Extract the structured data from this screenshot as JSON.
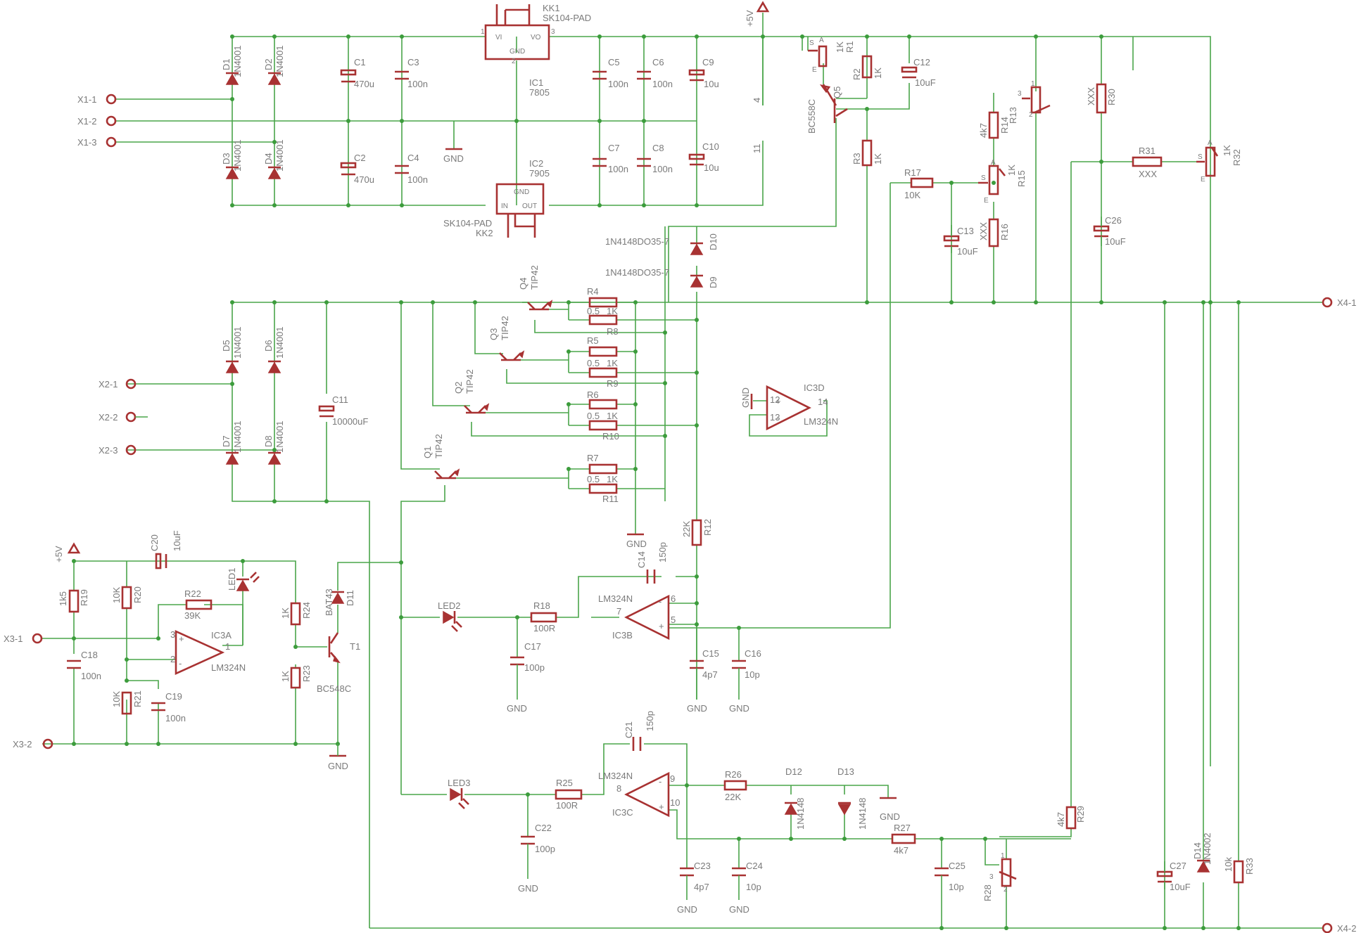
{
  "diagram": {
    "title": "",
    "connectors": {
      "x1_1": "X1-1",
      "x1_2": "X1-2",
      "x1_3": "X1-3",
      "x2_1": "X2-1",
      "x2_2": "X2-2",
      "x2_3": "X2-3",
      "x3_1": "X3-1",
      "x3_2": "X3-2",
      "x4_1": "X4-1",
      "x4_2": "X4-2"
    },
    "regulators": {
      "ic1_name": "IC1",
      "ic1_value": "7805",
      "kk1_name": "KK1",
      "kk1_value": "SK104-PAD",
      "ic2_name": "IC2",
      "ic2_value": "7905",
      "kk2_name": "KK2",
      "kk2_value": "SK104-PAD",
      "pin_vi": "VI",
      "pin_vo": "VO",
      "pin_gnd": "GND",
      "pin_in": "IN",
      "pin_out": "OUT",
      "pin1": "1",
      "pin2": "2",
      "pin3": "3"
    },
    "diodes": {
      "d1": "D1",
      "d2": "D2",
      "d3": "D3",
      "d4": "D4",
      "d5": "D5",
      "d6": "D6",
      "d7": "D7",
      "d8": "D8",
      "d9": "D9",
      "d10": "D10",
      "d11": "D11",
      "d12": "D12",
      "d13": "D13",
      "d14": "D14",
      "v1n4001": "1N4001",
      "v1n4148do": "1N4148DO35-7",
      "v1n4148": "1N4148",
      "vbat43": "BAT43",
      "v1n4002": "1N4002"
    },
    "capacitors": {
      "c1": "C1",
      "c2": "C2",
      "c3": "C3",
      "c4": "C4",
      "c5": "C5",
      "c6": "C6",
      "c7": "C7",
      "c8": "C8",
      "c9": "C9",
      "c10": "C10",
      "c11": "C11",
      "c12": "C12",
      "c13": "C13",
      "c14": "C14",
      "c15": "C15",
      "c16": "C16",
      "c17": "C17",
      "c18": "C18",
      "c19": "C19",
      "c20": "C20",
      "c21": "C21",
      "c22": "C22",
      "c23": "C23",
      "c24": "C24",
      "c25": "C25",
      "c26": "C26",
      "c27": "C27",
      "v470u": "470u",
      "v100n": "100n",
      "v10u": "10u",
      "v10000uF": "10000uF",
      "v10uF": "10uF",
      "v150p": "150p",
      "v4p7": "4p7",
      "v10p": "10p",
      "v100p": "100p"
    },
    "resistors": {
      "r1": "R1",
      "r2": "R2",
      "r3": "R3",
      "r4": "R4",
      "r5": "R5",
      "r6": "R6",
      "r7": "R7",
      "r8": "R8",
      "r9": "R9",
      "r10": "R10",
      "r11": "R11",
      "r12": "R12",
      "r13": "R13",
      "r14": "R14",
      "r15": "R15",
      "r16": "R16",
      "r17": "R17",
      "r18": "R18",
      "r19": "R19",
      "r20": "R20",
      "r21": "R21",
      "r22": "R22",
      "r23": "R23",
      "r24": "R24",
      "r25": "R25",
      "r26": "R26",
      "r27": "R27",
      "r28": "R28",
      "r29": "R29",
      "r30": "R30",
      "r31": "R31",
      "r32": "R32",
      "r33": "R33",
      "v1K": "1K",
      "v0_5": "0.5",
      "v22K": "22K",
      "v10K": "10K",
      "v4k7": "4k7",
      "vXXX": "XXX",
      "v100R": "100R",
      "v1k5": "1k5",
      "v39K": "39K",
      "v10k": "10k"
    },
    "transistors": {
      "q1": "Q1",
      "q2": "Q2",
      "q3": "Q3",
      "q4": "Q4",
      "q5": "Q5",
      "t1": "T1",
      "tip42": "TIP42",
      "bc558c": "BC558C",
      "bc548c": "BC548C"
    },
    "opamps": {
      "ic3a": "IC3A",
      "ic3b": "IC3B",
      "ic3c": "IC3C",
      "ic3d": "IC3D",
      "lm324": "LM324N",
      "p1": "1",
      "p2": "2",
      "p3": "3",
      "p5": "5",
      "p6": "6",
      "p7": "7",
      "p8": "8",
      "p9": "9",
      "p10": "10",
      "p11": "11",
      "p12": "12",
      "p13": "13",
      "p14": "14",
      "p4": "4"
    },
    "leds": {
      "led1": "LED1",
      "led2": "LED2",
      "led3": "LED3"
    },
    "pot_pins": {
      "a": "A",
      "e": "E",
      "s": "S"
    },
    "power": {
      "p5v": "+5V",
      "gnd": "GND"
    }
  }
}
